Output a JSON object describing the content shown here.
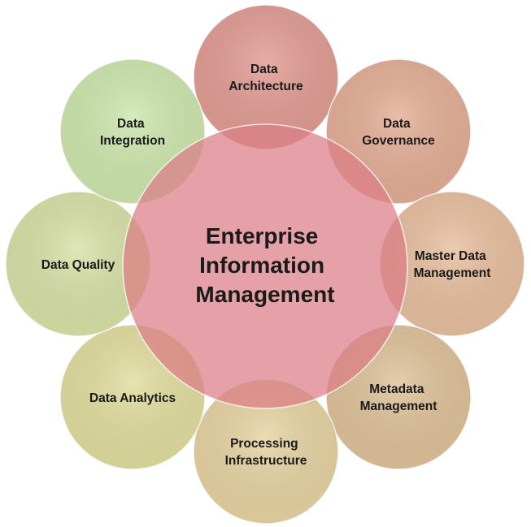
{
  "hub": {
    "lines": [
      "Enterprise",
      "Information",
      "Management"
    ],
    "color": "#dc7e86"
  },
  "satellites": [
    {
      "id": "data-architecture",
      "lines": [
        "Data",
        "Architecture"
      ],
      "color": "#dd8c82"
    },
    {
      "id": "data-governance",
      "lines": [
        "Data",
        "Governance"
      ],
      "color": "#e0a286"
    },
    {
      "id": "master-data-management",
      "lines": [
        "Master Data",
        "Management"
      ],
      "color": "#e5b490"
    },
    {
      "id": "metadata-management",
      "lines": [
        "Metadata",
        "Management"
      ],
      "color": "#dab889"
    },
    {
      "id": "processing-infrastructure",
      "lines": [
        "Processing",
        "Infrastructure"
      ],
      "color": "#e3cd94"
    },
    {
      "id": "data-analytics",
      "lines": [
        "Data Analytics"
      ],
      "color": "#dcd98f"
    },
    {
      "id": "data-quality",
      "lines": [
        "Data Quality"
      ],
      "color": "#d2de98"
    },
    {
      "id": "data-integration",
      "lines": [
        "Data",
        "Integration"
      ],
      "color": "#c6e3a0"
    }
  ]
}
